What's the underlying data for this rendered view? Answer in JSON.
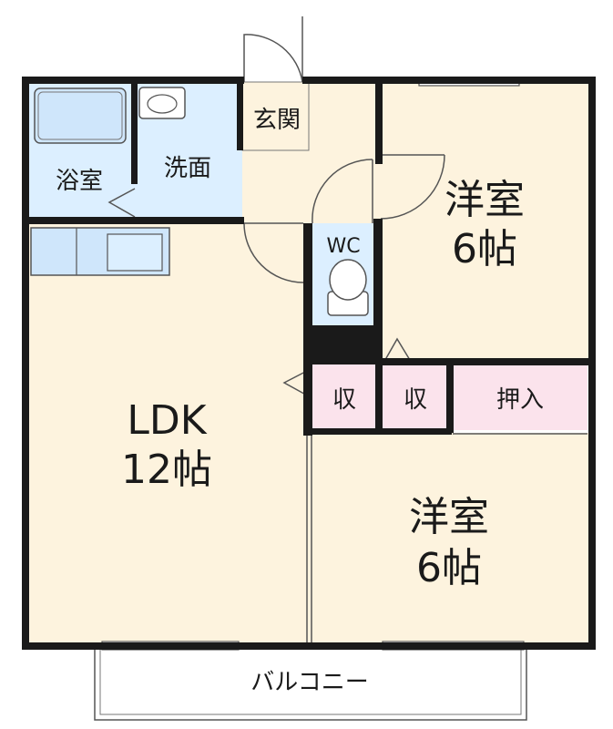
{
  "colors": {
    "wall": "#1a1a1a",
    "living_floor": "#fdf3de",
    "wet_area": "#dcefff",
    "storage": "#fbe3ec",
    "balcony": "#ffffff"
  },
  "rooms": {
    "bath": "浴室",
    "wash": "洗面",
    "entrance": "玄関",
    "wc": "WC",
    "western1_name": "洋室",
    "western1_size": "6帖",
    "ldk_name": "LDK",
    "ldk_size": "12帖",
    "storage1": "収",
    "storage2": "収",
    "closet": "押入",
    "western2_name": "洋室",
    "western2_size": "6帖",
    "balcony": "バルコニー"
  }
}
